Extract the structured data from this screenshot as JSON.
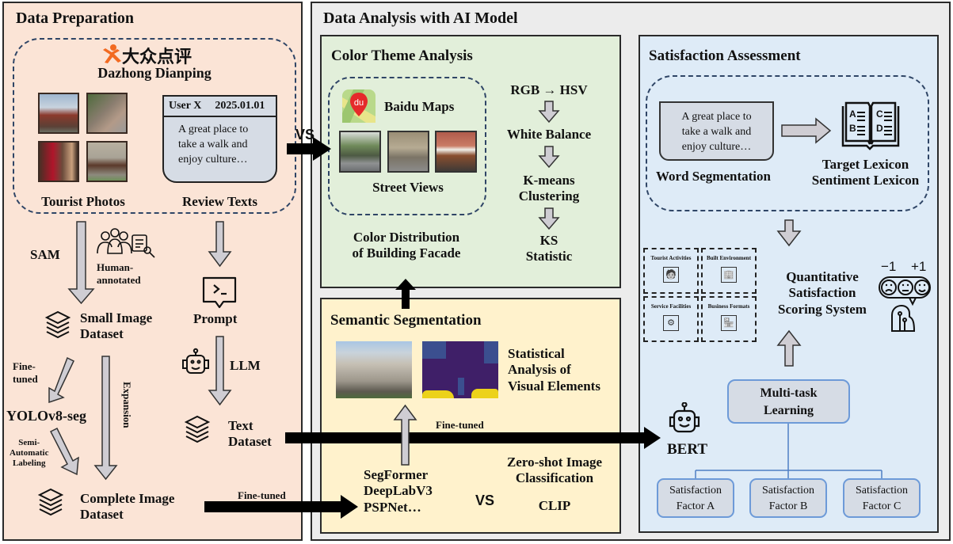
{
  "data_preparation": {
    "title": "Data Preparation",
    "source_logo_text": "大众点评",
    "source_name": "Dazhong Dianping",
    "review_card": {
      "user": "User X",
      "date": "2025.01.01",
      "text_lines": [
        "A great place to",
        "take a walk and",
        "enjoy culture…"
      ]
    },
    "tourist_photos_label": "Tourist Photos",
    "review_texts_label": "Review Texts",
    "sam_label": "SAM",
    "human_annotated_lines": [
      "Human-",
      "annotated"
    ],
    "small_image_dataset_lines": [
      "Small Image",
      "Dataset"
    ],
    "fine_tuned_lines": [
      "Fine-",
      "tuned"
    ],
    "yolo_label": "YOLOv8-seg",
    "expansion_label": "Expansion",
    "semi_auto_lines": [
      "Semi-",
      "Automatic",
      "Labeling"
    ],
    "complete_image_dataset_lines": [
      "Complete Image",
      "Dataset"
    ],
    "prompt_label": "Prompt",
    "llm_label": "LLM",
    "text_dataset_lines": [
      "Text",
      "Dataset"
    ]
  },
  "analysis": {
    "title": "Data Analysis with AI Model",
    "vs_label": "VS",
    "fine_tuned_label_bottom": "Fine-tuned",
    "fine_tuned_label_mid": "Fine-tuned",
    "color_theme": {
      "title": "Color Theme Analysis",
      "baidu_icon_text": "du",
      "baidu_label": "Baidu Maps",
      "street_views_label": "Street Views",
      "distribution_lines": [
        "Color Distribution",
        "of Building Facade"
      ],
      "steps": [
        "RGB → HSV",
        "White Balance",
        "K-means\nClustering",
        "KS\nStatistic"
      ],
      "step1": "RGB → HSV",
      "step2": "White Balance",
      "step3_lines": [
        "K-means",
        "Clustering"
      ],
      "step4_lines": [
        "KS",
        "Statistic"
      ]
    },
    "semantic_segmentation": {
      "title": "Semantic Segmentation",
      "stat_lines": [
        "Statistical",
        "Analysis of",
        "Visual Elements"
      ],
      "models_lines": [
        "SegFormer",
        "DeepLabV3",
        "PSPNet…"
      ],
      "vs_label": "VS",
      "zero_shot_lines": [
        "Zero-shot Image",
        "Classification"
      ],
      "clip_label": "CLIP"
    },
    "satisfaction": {
      "title": "Satisfaction Assessment",
      "review_text_lines": [
        "A great place to",
        "take a walk and",
        "enjoy culture…"
      ],
      "word_segmentation_label": "Word Segmentation",
      "lexicon_lines": [
        "Target Lexicon",
        "Sentiment Lexicon"
      ],
      "lexicon_letters": [
        "A",
        "C",
        "B",
        "D"
      ],
      "categories": [
        "Tourist Activities",
        "Built Environment",
        "Service Facilities",
        "Business Formats"
      ],
      "scoring_lines": [
        "Quantitative",
        "Satisfaction",
        "Scoring System"
      ],
      "scale_min": "−1",
      "scale_max": "+1",
      "bert_label": "BERT",
      "multitask_lines": [
        "Multi-task",
        "Learning"
      ],
      "factors": [
        {
          "line1": "Satisfaction",
          "line2": "Factor A"
        },
        {
          "line1": "Satisfaction",
          "line2": "Factor B"
        },
        {
          "line1": "Satisfaction",
          "line2": "Factor C"
        }
      ]
    }
  },
  "colors": {
    "prep_bg": "#fbe4d6",
    "analysis_bg": "#ececec",
    "color_theme_bg": "#e2efda",
    "segmentation_bg": "#fff2cc",
    "satisfaction_bg": "#deebf7",
    "dashed_border": "#2f4566",
    "arrow_fill": "#cfcdd3",
    "card_fill": "#d6dce5",
    "factor_border": "#5b8bd0",
    "dianping_orange": "#f26a21"
  }
}
